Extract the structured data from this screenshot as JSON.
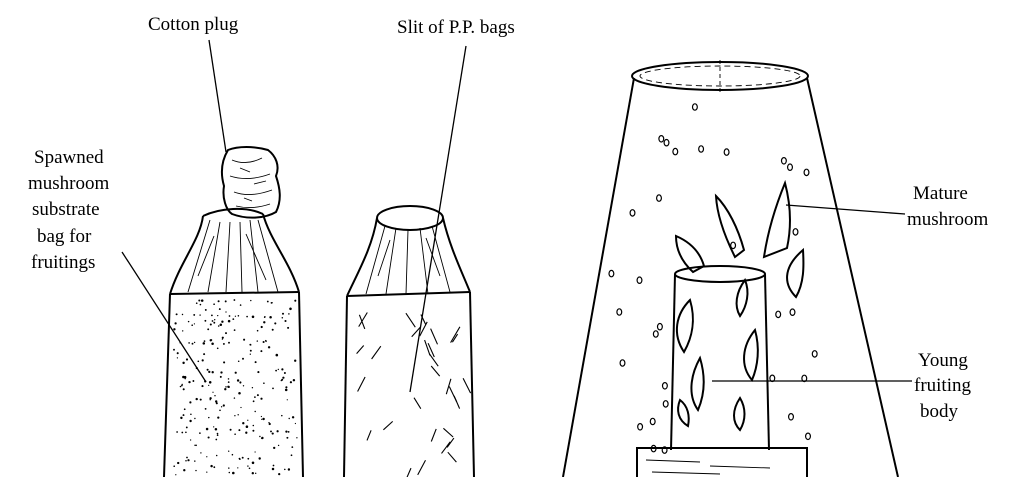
{
  "labels": {
    "cotton_plug": "Cotton plug",
    "slit": "Slit of P.P. bags",
    "spawned_bag": [
      "Spawned",
      "mushroom",
      "substrate",
      "bag for",
      "fruitings"
    ],
    "mature": [
      "Mature",
      "mushroom"
    ],
    "young": [
      "Young",
      "fruiting",
      "body"
    ]
  }
}
